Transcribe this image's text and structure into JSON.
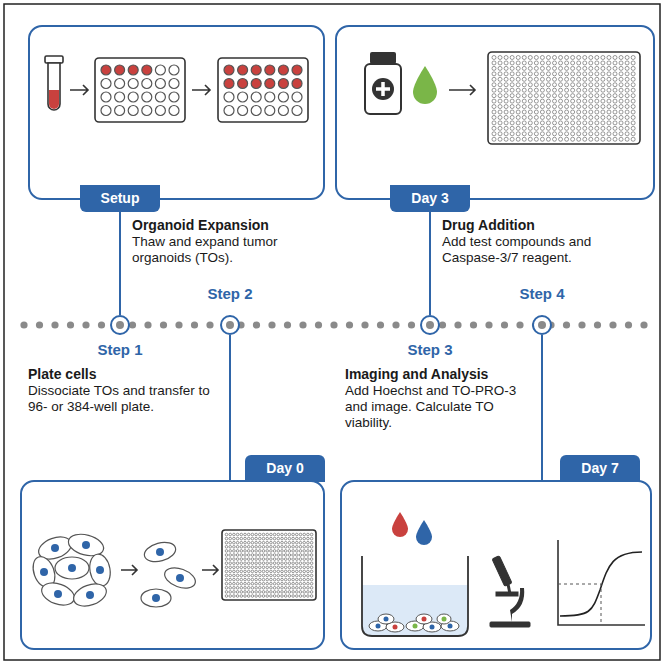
{
  "diagram": {
    "nodes": [
      {
        "text": [
          "Setup",
          "Organoid Expansion",
          "Thaw and expand tumor organoids (TOs)."
        ]
      },
      {
        "text": [
          "Day 3",
          "Drug Addition",
          "Add test compounds and Caspase-3/7 reagent."
        ]
      },
      {
        "text": [
          "Step 1"
        ]
      },
      {
        "text": [
          "Step 2"
        ]
      },
      {
        "text": [
          "Step 3"
        ]
      },
      {
        "text": [
          "Step 4"
        ]
      },
      {
        "text": [
          "Day 0",
          "Plate cells",
          "Dissociate TOs and transfer to 96- or 384-well plate."
        ]
      },
      {
        "text": [
          "Day 7",
          "Imaging and Analysis",
          "Add Hoechst and TO-PRO-3 and image. Calculate TO viability."
        ]
      }
    ],
    "edges": [
      {
        "from": 0,
        "to": 2,
        "arrow": "none"
      },
      {
        "from": 1,
        "to": 4,
        "arrow": "none"
      },
      {
        "from": 3,
        "to": 6,
        "arrow": "none"
      },
      {
        "from": 5,
        "to": 7,
        "arrow": "none"
      }
    ]
  }
}
